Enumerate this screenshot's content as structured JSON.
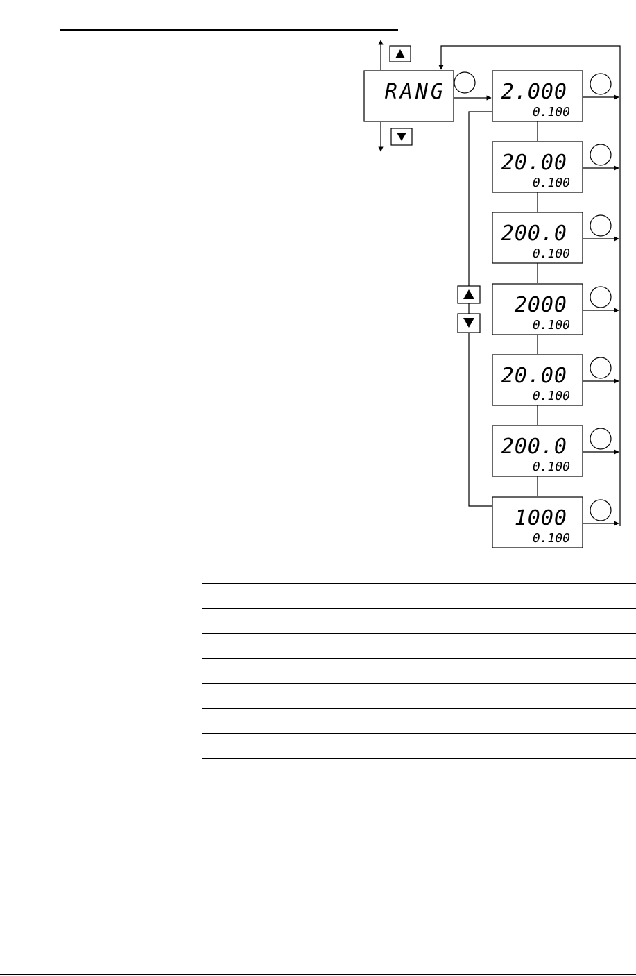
{
  "menu_label": "RANG",
  "ranges": [
    {
      "main": "2.000",
      "sub": "0.100"
    },
    {
      "main": "20.00",
      "sub": "0.100"
    },
    {
      "main": "200.0",
      "sub": "0.100"
    },
    {
      "main": "2000",
      "sub": "0.100"
    },
    {
      "main": "20.00",
      "sub": "0.100"
    },
    {
      "main": "200.0",
      "sub": "0.100"
    },
    {
      "main": "1000",
      "sub": "0.100"
    }
  ],
  "icons": {
    "up": "up-arrow-key-icon",
    "down": "down-arrow-key-icon",
    "enter": "enter-key-icon"
  }
}
